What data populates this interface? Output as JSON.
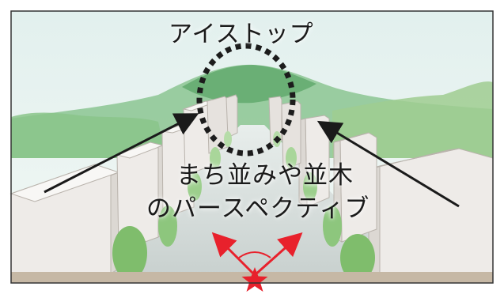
{
  "labels": {
    "eye_stop": "アイストップ",
    "townscape_line1": "まち並みや並木",
    "townscape_line2": "のパースペクティブ"
  },
  "colors": {
    "sky_top": "#e2f0ee",
    "sky_bottom": "#f2f8f4",
    "mountain": "#6fb278",
    "hills": "#a7cf98",
    "road": "#c9d1cf",
    "ground": "#c6b8a5",
    "building_front": "#eeebe8",
    "building_side": "#dcd8d3",
    "building_top": "#f8f7f5",
    "tree": "#7fbd6c",
    "circle": "#1c1c1c",
    "arrow": "#1a1a1a",
    "viewpoint": "#e8212c",
    "frame": "#333333"
  },
  "icons": {
    "viewpoint": "star-icon",
    "sightline": "arrow-icon"
  }
}
